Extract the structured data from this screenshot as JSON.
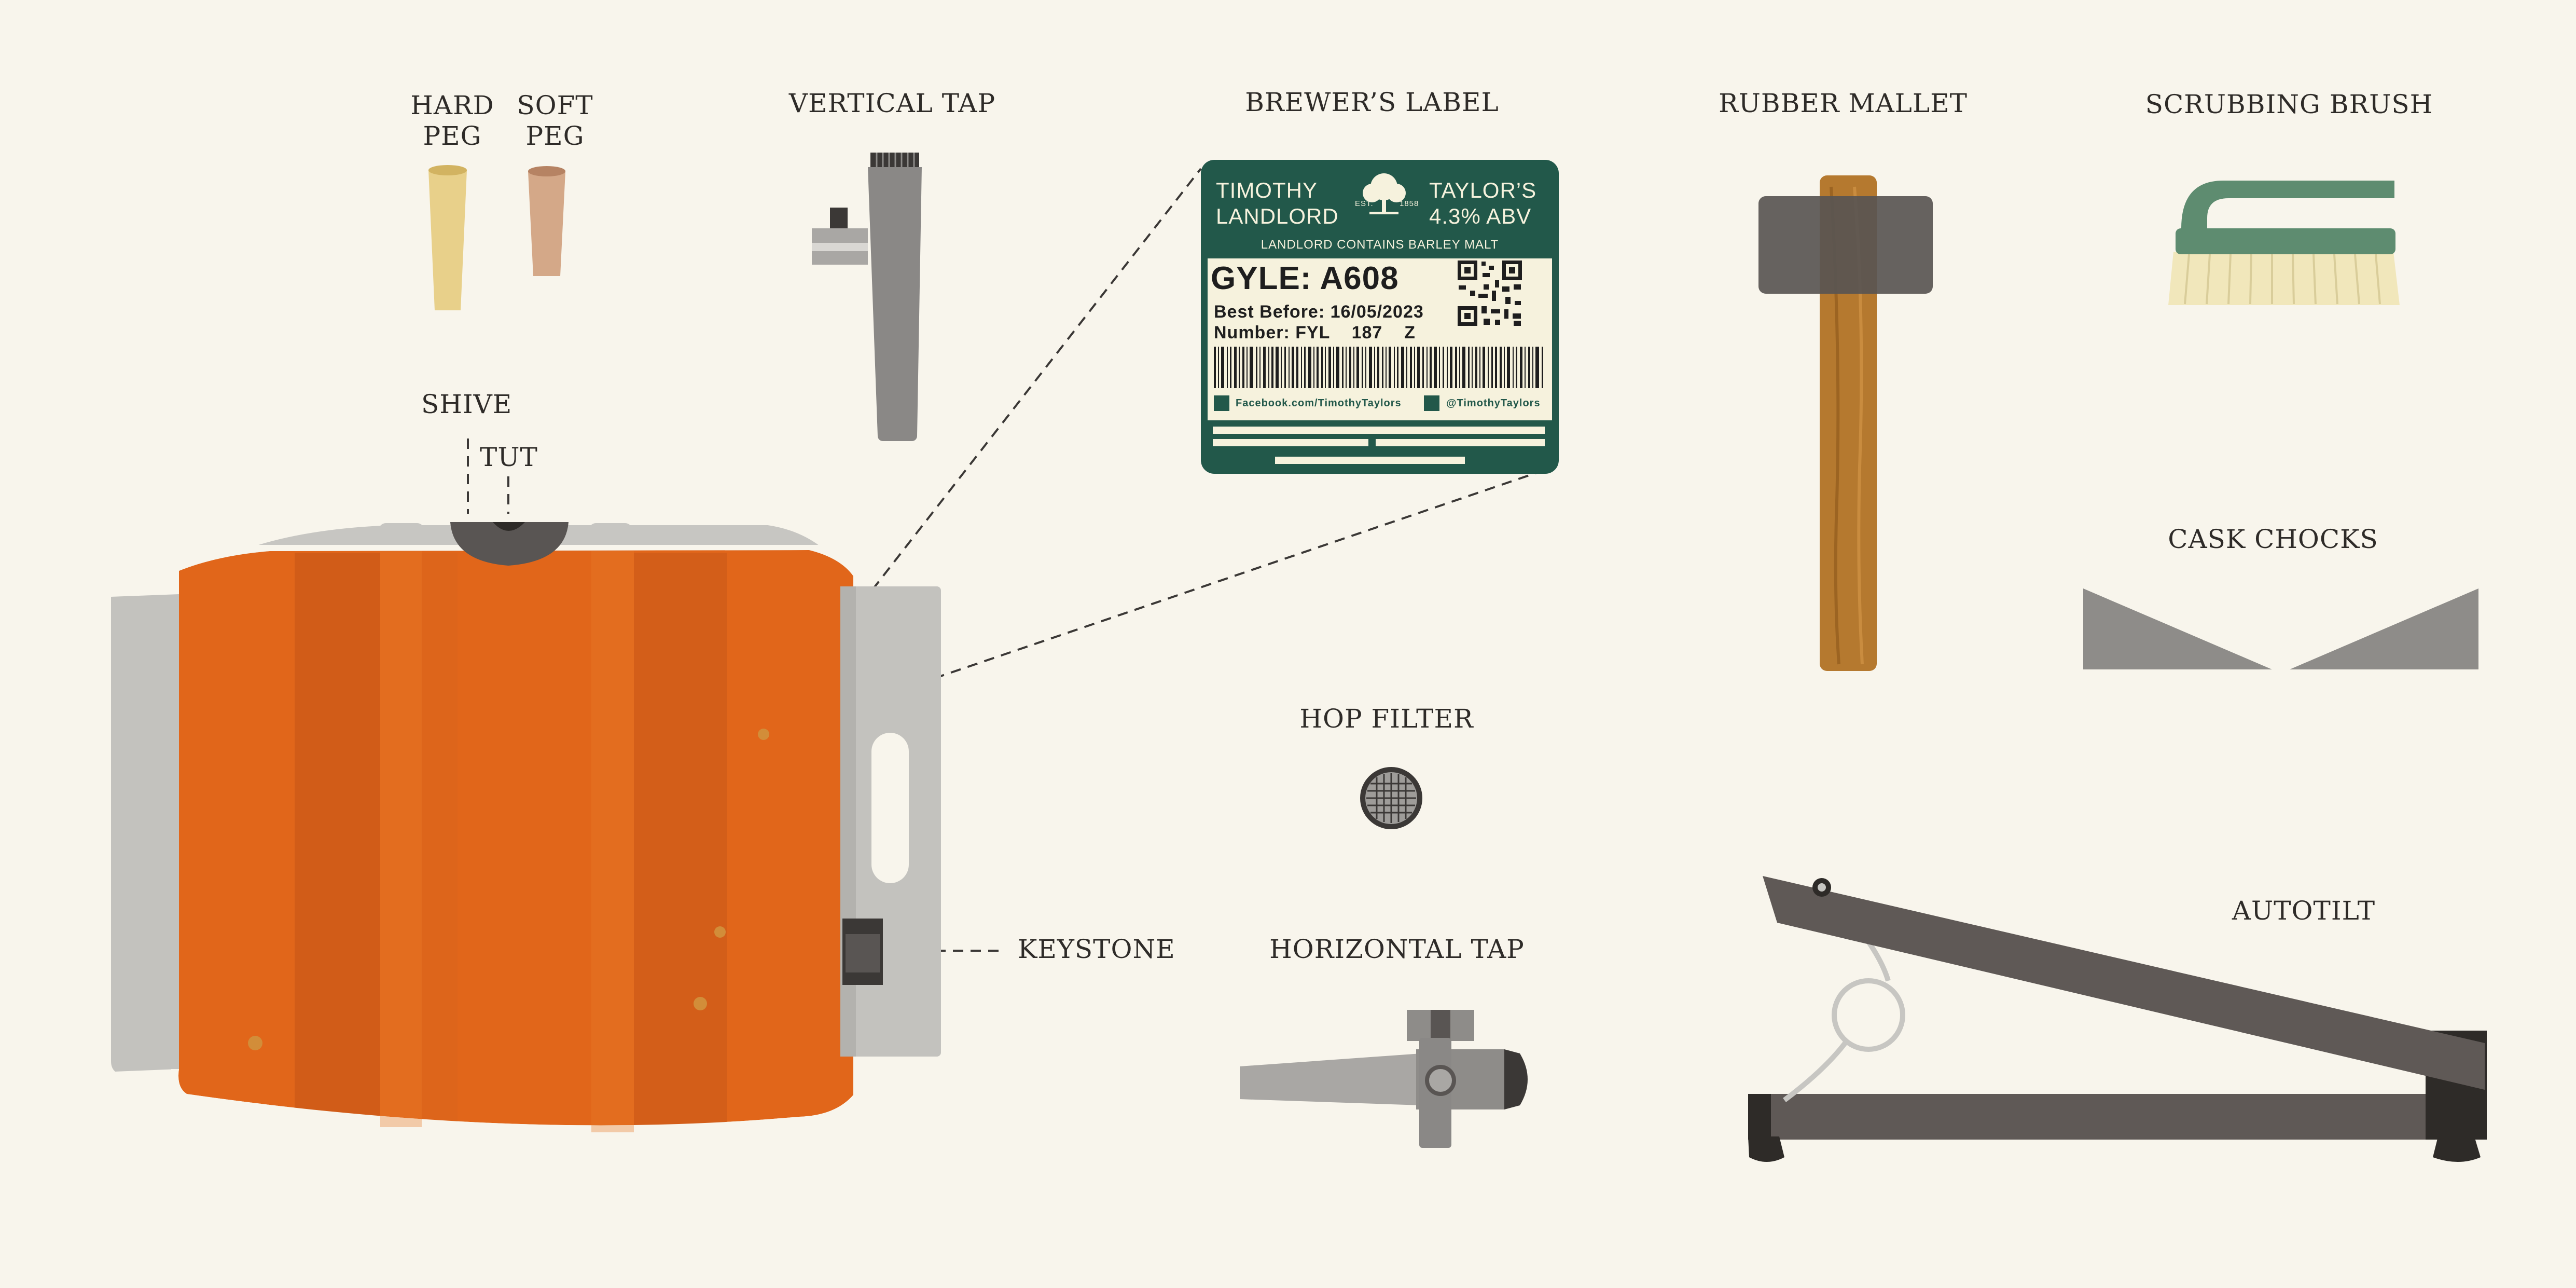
{
  "diagram": {
    "labels": {
      "hard_peg_line1": "HARD",
      "hard_peg_line2": "PEG",
      "soft_peg_line1": "SOFT",
      "soft_peg_line2": "PEG",
      "vertical_tap": "VERTICAL TAP",
      "brewers_label": "BREWER’S LABEL",
      "rubber_mallet": "RUBBER MALLET",
      "scrubbing_brush": "SCRUBBING BRUSH",
      "shive": "SHIVE",
      "tut": "TUT",
      "cask_chocks": "CASK CHOCKS",
      "hop_filter": "HOP FILTER",
      "keystone": "KEYSTONE",
      "horizontal_tap": "HORIZONTAL TAP",
      "autotilt": "AUTOTILT"
    }
  },
  "brewer_label_card": {
    "brand_left_line1": "TIMOTHY",
    "brand_left_line2": "LANDLORD",
    "est": "EST.",
    "year": "1858",
    "brand_right_line1": "TAYLOR’S",
    "abv": "4.3% ABV",
    "allergen": "LANDLORD CONTAINS BARLEY MALT",
    "gyle": "GYLE: A608",
    "best_before": "Best Before: 16/05/2023",
    "number": "Number: FYL    187    Z",
    "facebook": "Facebook.com/TimothyTaylors",
    "twitter": "@TimothyTaylors"
  },
  "colors": {
    "background": "#f8f5ec",
    "cask_orange": "#e1661a",
    "label_green": "#22584a",
    "steel_grey": "#8e8c89",
    "hoop_light": "#c7c6c2",
    "mallet_head": "#595553",
    "wood": "#b5792f",
    "autotilt_dark": "#5f5956"
  }
}
